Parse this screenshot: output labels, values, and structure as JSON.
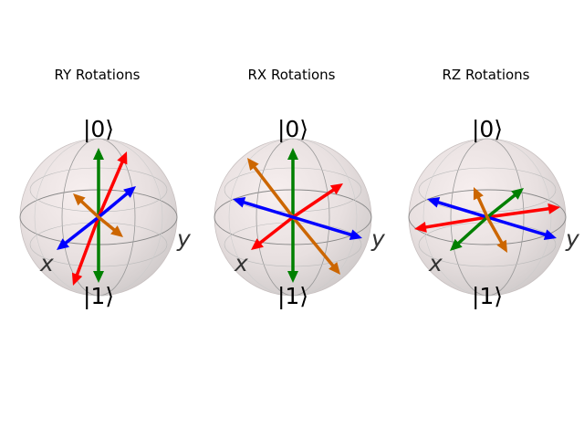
{
  "panels": [
    {
      "title": "RY Rotations",
      "labels": {
        "top": "|0⟩",
        "bottom": "|1⟩",
        "x": "x",
        "y": "y"
      },
      "vectors": [
        {
          "color": "#008000",
          "dir": "up",
          "state": "|0⟩"
        },
        {
          "color": "#008000",
          "dir": "down",
          "state": "|1⟩"
        },
        {
          "color": "#ff0000",
          "dir": "up-right"
        },
        {
          "color": "#ff0000",
          "dir": "down-left"
        },
        {
          "color": "#0000ff",
          "dir": "front-left"
        },
        {
          "color": "#0000ff",
          "dir": "back-right"
        },
        {
          "color": "#cc6600",
          "dir": "back-left"
        },
        {
          "color": "#cc6600",
          "dir": "front-right"
        }
      ]
    },
    {
      "title": "RX Rotations",
      "labels": {
        "top": "|0⟩",
        "bottom": "|1⟩",
        "x": "x",
        "y": "y"
      },
      "vectors": [
        {
          "color": "#008000",
          "dir": "up"
        },
        {
          "color": "#008000",
          "dir": "down"
        },
        {
          "color": "#cc6600",
          "dir": "up-left"
        },
        {
          "color": "#cc6600",
          "dir": "down-right"
        },
        {
          "color": "#ff0000",
          "dir": "right"
        },
        {
          "color": "#ff0000",
          "dir": "front-left"
        },
        {
          "color": "#0000ff",
          "dir": "left"
        },
        {
          "color": "#0000ff",
          "dir": "right"
        }
      ]
    },
    {
      "title": "RZ Rotations",
      "labels": {
        "top": "|0⟩",
        "bottom": "|1⟩",
        "x": "x",
        "y": "y"
      },
      "vectors": [
        {
          "color": "#ff0000",
          "dir": "right"
        },
        {
          "color": "#ff0000",
          "dir": "left"
        },
        {
          "color": "#0000ff",
          "dir": "left"
        },
        {
          "color": "#0000ff",
          "dir": "right"
        },
        {
          "color": "#008000",
          "dir": "back-right"
        },
        {
          "color": "#008000",
          "dir": "front-left"
        },
        {
          "color": "#cc6600",
          "dir": "back"
        },
        {
          "color": "#cc6600",
          "dir": "front"
        }
      ]
    }
  ]
}
